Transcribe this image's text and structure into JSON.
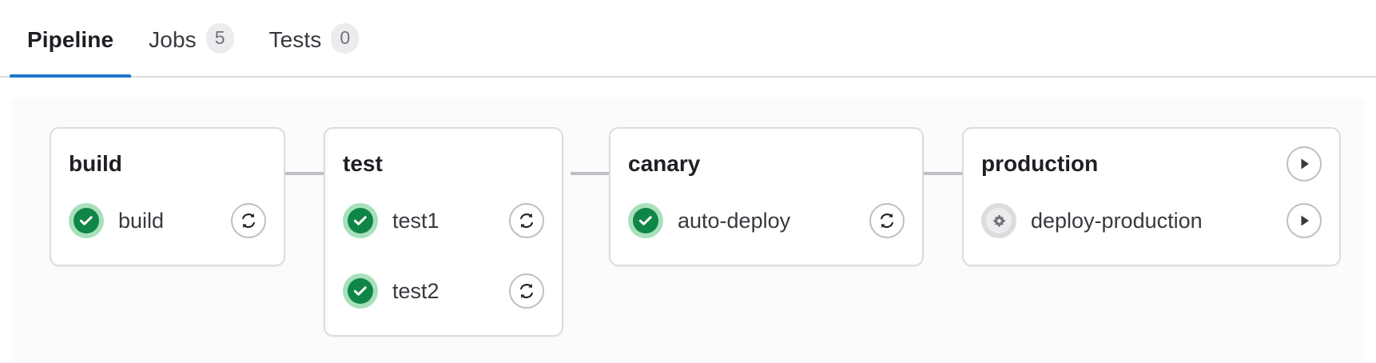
{
  "tabs": [
    {
      "label": "Pipeline",
      "badge": null,
      "active": true,
      "name": "tab-pipeline"
    },
    {
      "label": "Jobs",
      "badge": "5",
      "active": false,
      "name": "tab-jobs"
    },
    {
      "label": "Tests",
      "badge": "0",
      "active": false,
      "name": "tab-tests"
    }
  ],
  "colors": {
    "accent": "#1f75cb",
    "success": "#108548",
    "success_halo": "#a9e0bc",
    "manual": "#dcdcde",
    "manual_glyph": "#737278",
    "border": "#dcdcde",
    "connector": "#bfbfc3",
    "canvas_bg": "#fbfafd",
    "badge_bg": "#ececef"
  },
  "pipeline": {
    "stages": [
      {
        "name": "build",
        "title": "build",
        "header_action": null,
        "jobs": [
          {
            "name": "build",
            "label": "build",
            "status": "success",
            "status_icon": "status-success-icon",
            "action": "retry",
            "action_icon": "retry-icon"
          }
        ]
      },
      {
        "name": "test",
        "title": "test",
        "header_action": null,
        "jobs": [
          {
            "name": "test1",
            "label": "test1",
            "status": "success",
            "status_icon": "status-success-icon",
            "action": "retry",
            "action_icon": "retry-icon"
          },
          {
            "name": "test2",
            "label": "test2",
            "status": "success",
            "status_icon": "status-success-icon",
            "action": "retry",
            "action_icon": "retry-icon"
          }
        ]
      },
      {
        "name": "canary",
        "title": "canary",
        "header_action": null,
        "jobs": [
          {
            "name": "auto-deploy",
            "label": "auto-deploy",
            "status": "success",
            "status_icon": "status-success-icon",
            "action": "retry",
            "action_icon": "retry-icon"
          }
        ]
      },
      {
        "name": "production",
        "title": "production",
        "header_action": "play",
        "header_action_icon": "play-icon",
        "jobs": [
          {
            "name": "deploy-production",
            "label": "deploy-production",
            "status": "manual",
            "status_icon": "manual-gear-icon",
            "action": "play",
            "action_icon": "play-icon"
          }
        ]
      }
    ]
  }
}
